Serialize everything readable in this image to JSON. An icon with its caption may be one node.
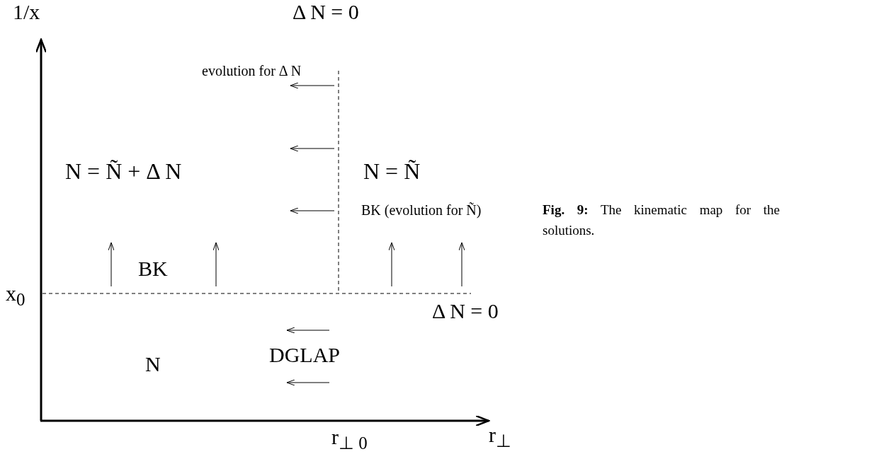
{
  "diagram": {
    "caption": "**Fig. 9:** The kinematic map for the solutions.",
    "labels": [
      "1/x",
      "Δ N = 0",
      "evolution for Δ N",
      "N = Ñ + Δ N",
      "N = Ñ",
      "BK (evolution for Ñ)",
      "BK",
      "x$_{0}$",
      "Δ N = 0",
      "N",
      "DGLAP",
      "r$_{⊥ 0}$",
      "r$_{⊥}$"
    ]
  }
}
